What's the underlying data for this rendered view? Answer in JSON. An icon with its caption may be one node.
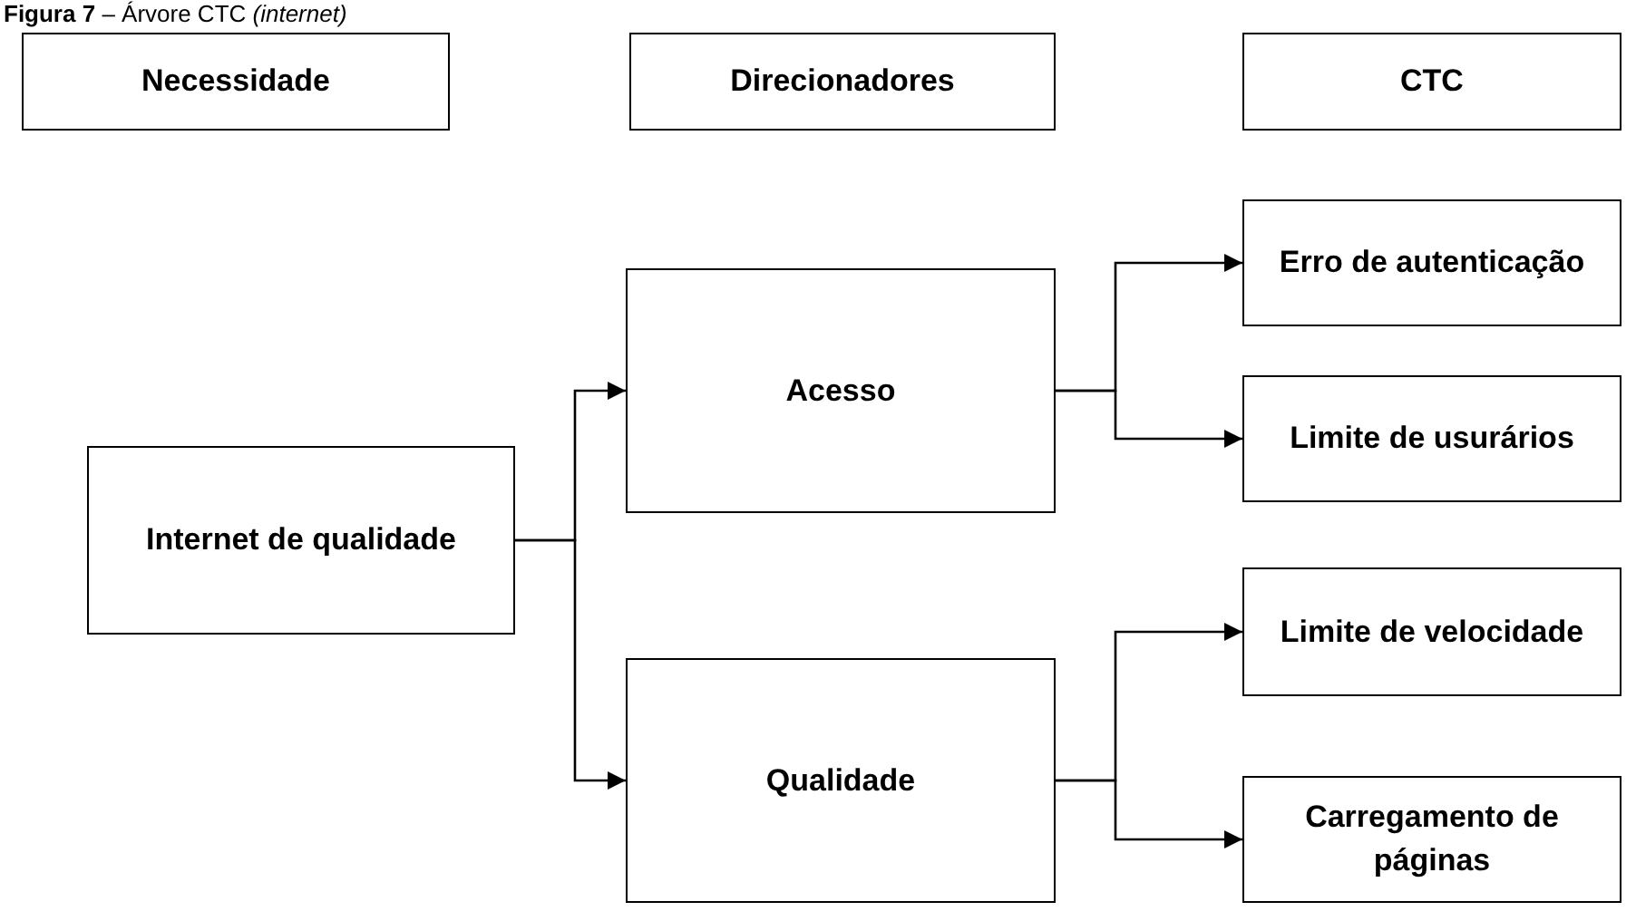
{
  "diagram": {
    "title": "**Figura 7** – Árvore CTC *(internet)*",
    "nodes": [
      {
        "text": [
          "Necessidade"
        ]
      },
      {
        "text": [
          "Direcionadores"
        ]
      },
      {
        "text": [
          "CTC"
        ]
      },
      {
        "text": [
          "Internet de qualidade"
        ]
      },
      {
        "text": [
          "Acesso"
        ]
      },
      {
        "text": [
          "Qualidade"
        ]
      },
      {
        "text": [
          "Erro de autenticação"
        ]
      },
      {
        "text": [
          "Limite de usurários"
        ]
      },
      {
        "text": [
          "Limite de velocidade"
        ]
      },
      {
        "text": [
          "Carregamento de páginas"
        ]
      }
    ],
    "edges": [
      {
        "from": 3,
        "to": 4,
        "arrow": "to"
      },
      {
        "from": 3,
        "to": 5,
        "arrow": "to"
      },
      {
        "from": 4,
        "to": 6,
        "arrow": "to"
      },
      {
        "from": 4,
        "to": 7,
        "arrow": "to"
      },
      {
        "from": 5,
        "to": 8,
        "arrow": "to"
      },
      {
        "from": 5,
        "to": 9,
        "arrow": "to"
      }
    ]
  }
}
